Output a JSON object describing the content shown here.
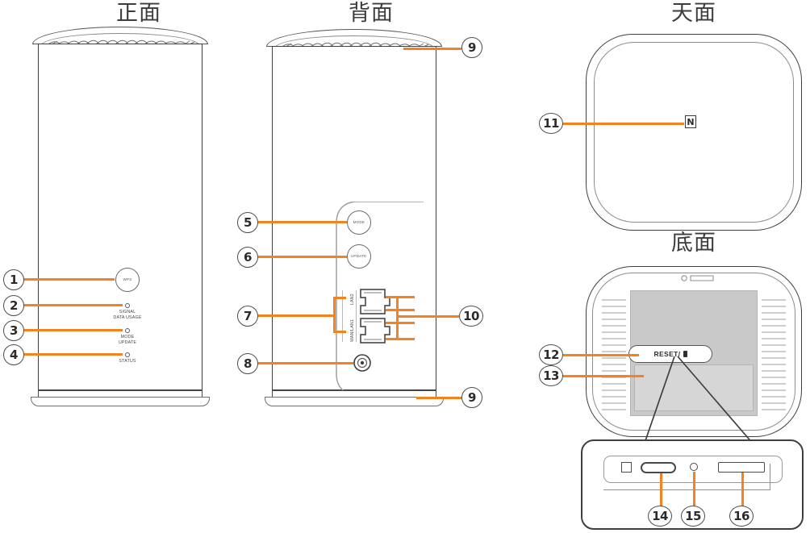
{
  "diagram": {
    "kind": "router-parts-callout-diagram",
    "accent_color": "#f58220",
    "line_color": "#3f3f3f"
  },
  "views": [
    {
      "id": "front",
      "title": "正面"
    },
    {
      "id": "rear",
      "title": "背面"
    },
    {
      "id": "top",
      "title": "天面"
    },
    {
      "id": "bottom",
      "title": "底面"
    }
  ],
  "front": {
    "wps_button": "WPS",
    "leds": [
      {
        "line1": "SIGNAL",
        "line2": "DATA USAGE"
      },
      {
        "line1": "MODE",
        "line2": "UPDATE"
      },
      {
        "line1": "STATUS",
        "line2": ""
      }
    ]
  },
  "rear": {
    "buttons": [
      {
        "label": "MODE"
      },
      {
        "label": "UPDATE"
      }
    ],
    "ports": [
      {
        "label": "LAN2"
      },
      {
        "label": "WAN/LAN1"
      }
    ]
  },
  "top": {
    "nfc_mark": "N"
  },
  "bottom": {
    "reset_label": "RESET/"
  },
  "callouts": [
    {
      "n": "1",
      "target": "wps-button"
    },
    {
      "n": "2",
      "target": "signal-data-usage-led"
    },
    {
      "n": "3",
      "target": "mode-update-led"
    },
    {
      "n": "4",
      "target": "status-led"
    },
    {
      "n": "5",
      "target": "mode-button"
    },
    {
      "n": "6",
      "target": "update-button"
    },
    {
      "n": "7",
      "target": "port-labels"
    },
    {
      "n": "8",
      "target": "dc-power-jack"
    },
    {
      "n": "9",
      "target": "top-vent"
    },
    {
      "n": "10",
      "target": "lan-ports"
    },
    {
      "n": "9",
      "target": "bottom-vent"
    },
    {
      "n": "11",
      "target": "nfc-mark"
    },
    {
      "n": "12",
      "target": "reset-hole"
    },
    {
      "n": "13",
      "target": "bottom-plate"
    },
    {
      "n": "14",
      "target": "usb-c-port"
    },
    {
      "n": "15",
      "target": "pinhole"
    },
    {
      "n": "16",
      "target": "sim-slot"
    }
  ]
}
